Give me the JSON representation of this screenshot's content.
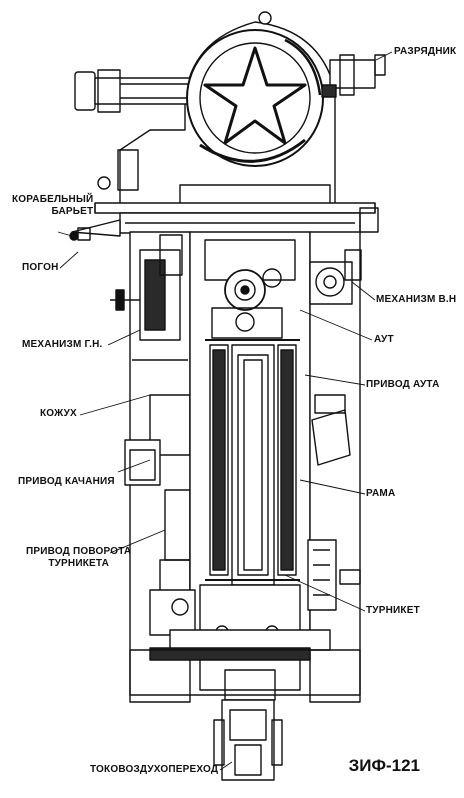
{
  "labels": {
    "razryadnik": "РАЗРЯДНИК",
    "korabelny_barbet": "КОРАБЕЛЬНЫЙ\nБАРЬЕТ",
    "pogon": "ПОГОН",
    "mekhanizm_vn": "МЕХАНИЗМ В.Н",
    "mekhanizm_gn": "МЕХАНИЗМ Г.Н.",
    "aut": "АУТ",
    "privod_auta": "ПРИВОД АУТА",
    "kozhukh": "КОЖУХ",
    "privod_kachaniya": "ПРИВОД КАЧАНИЯ",
    "rama": "РАМА",
    "privod_povorota": "ПРИВОД ПОВОРОТА\nТУРНИКЕТА",
    "turniket": "ТУРНИКЕТ",
    "tokovozdukhoperekhod": "ТОКОВОЗДУХОПЕРЕХОД"
  },
  "caption": "ЗИФ-121",
  "colors": {
    "ink": "#111111",
    "paper": "#ffffff",
    "shade": "#2a2a2a"
  }
}
